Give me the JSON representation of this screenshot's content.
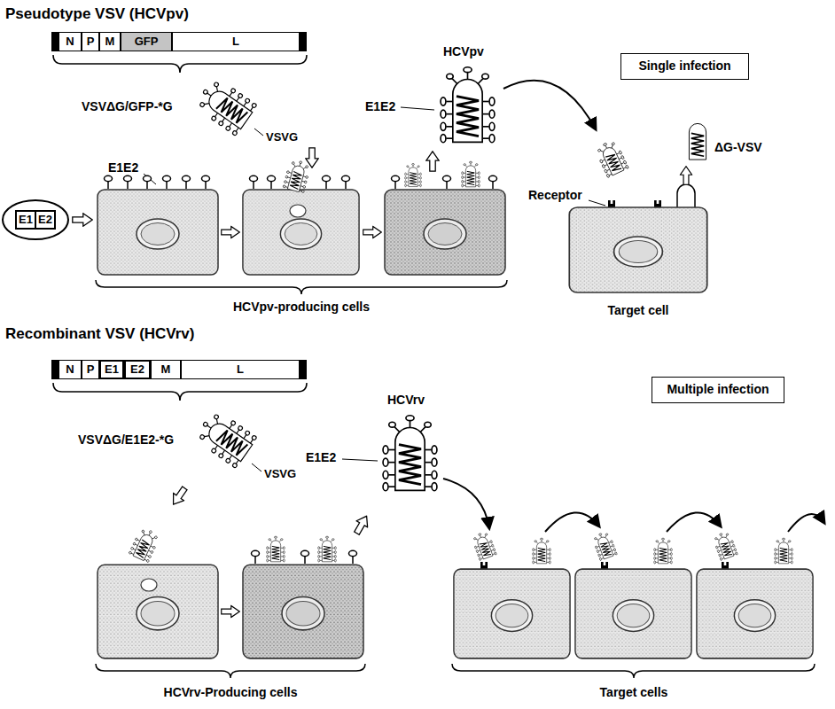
{
  "diagram": {
    "nodes": [
      {
        "text": [
          "N"
        ]
      },
      {
        "text": [
          "P"
        ]
      },
      {
        "text": [
          "M"
        ]
      },
      {
        "text": [
          "GFP"
        ]
      },
      {
        "text": [
          "L"
        ]
      },
      {
        "text": [
          "E1"
        ]
      },
      {
        "text": [
          "E2"
        ]
      },
      {
        "text": [
          "Single infection"
        ]
      },
      {
        "text": [
          "N"
        ]
      },
      {
        "text": [
          "P"
        ]
      },
      {
        "text": [
          "E1"
        ]
      },
      {
        "text": [
          "E2"
        ]
      },
      {
        "text": [
          "M"
        ]
      },
      {
        "text": [
          "L"
        ]
      },
      {
        "text": [
          "Multiple infection"
        ]
      }
    ],
    "labels": [
      "Pseudotype VSV (HCVpv)",
      "VSVΔG/GFP-*G",
      "VSVG",
      "E1E2",
      "HCVpv",
      "E1E2",
      "Receptor",
      "ΔG-VSV",
      "HCVpv-producing cells",
      "Target cell",
      "Recombinant VSV (HCVrv)",
      "VSVΔG/E1E2-*G",
      "VSVG",
      "HCVrv",
      "E1E2",
      "HCVrv-Producing cells",
      "Target cells"
    ]
  }
}
